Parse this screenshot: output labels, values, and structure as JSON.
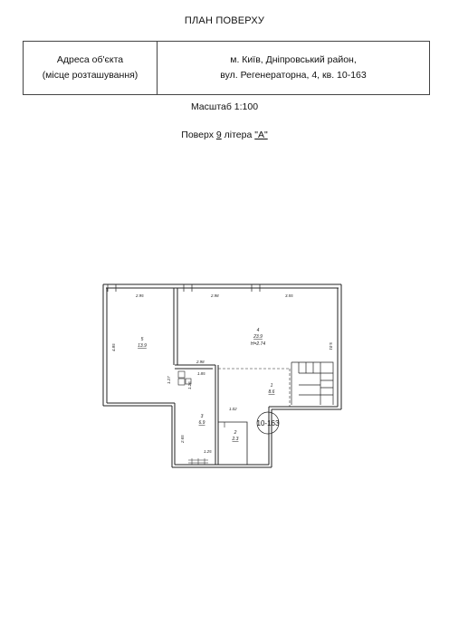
{
  "header": {
    "title": "ПЛАН ПОВЕРХУ"
  },
  "info": {
    "left_line1": "Адреса об'єкта",
    "left_line2": "(місце розташування)",
    "right_line1": "м. Київ, Дніпровський район,",
    "right_line2": "вул. Регенераторна, 4, кв. 10-163"
  },
  "scale": {
    "text": "Масштаб 1:100"
  },
  "floor": {
    "prefix": "Поверх ",
    "number": "9",
    "middle": " літера ",
    "letter": "\"А\""
  },
  "plan": {
    "apartment_label": "10-163",
    "rooms": [
      {
        "id": "room-5",
        "number": "5",
        "area": "13.9"
      },
      {
        "id": "room-4",
        "number": "4",
        "area": "23.9",
        "height": "H=2.74"
      },
      {
        "id": "room-1",
        "number": "1",
        "area": "8.6"
      },
      {
        "id": "room-3",
        "number": "3",
        "area": "6.9"
      },
      {
        "id": "room-2",
        "number": "2",
        "area": "2.3"
      }
    ],
    "dimensions": [
      "2.95",
      "2.98",
      "3.55",
      "4.85",
      "5.01",
      "2.98",
      "1.85",
      "1.27",
      "1.26",
      "1.02",
      "2.65",
      "1.25"
    ]
  }
}
